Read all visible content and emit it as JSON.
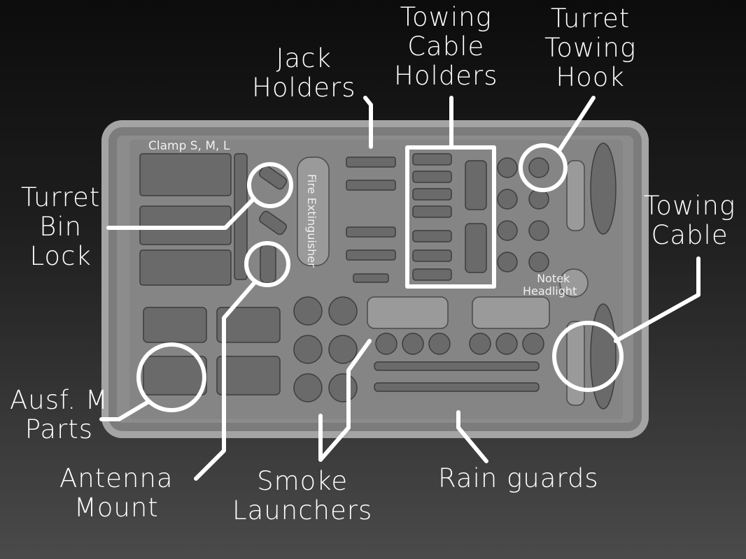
{
  "labels": {
    "jack_holders": [
      "Jack",
      "Holders"
    ],
    "towing_cable_holders": [
      "Towing",
      "Cable",
      "Holders"
    ],
    "turret_towing_hook": [
      "Turret",
      "Towing",
      "Hook"
    ],
    "turret_bin_lock": [
      "Turret",
      "Bin",
      "Lock"
    ],
    "towing_cable": [
      "Towing",
      "Cable"
    ],
    "ausf_m_parts": [
      "Ausf. M",
      "Parts"
    ],
    "antenna_mount": [
      "Antenna",
      "Mount"
    ],
    "smoke_launchers": [
      "Smoke",
      "Launchers"
    ],
    "rain_guards": "Rain guards"
  },
  "inline_labels": {
    "clamps": "Clamp S, M, L",
    "fire_extinguisher": "Fire Extinguisher",
    "notek_headlight": [
      "Notek",
      "Headlight"
    ]
  }
}
